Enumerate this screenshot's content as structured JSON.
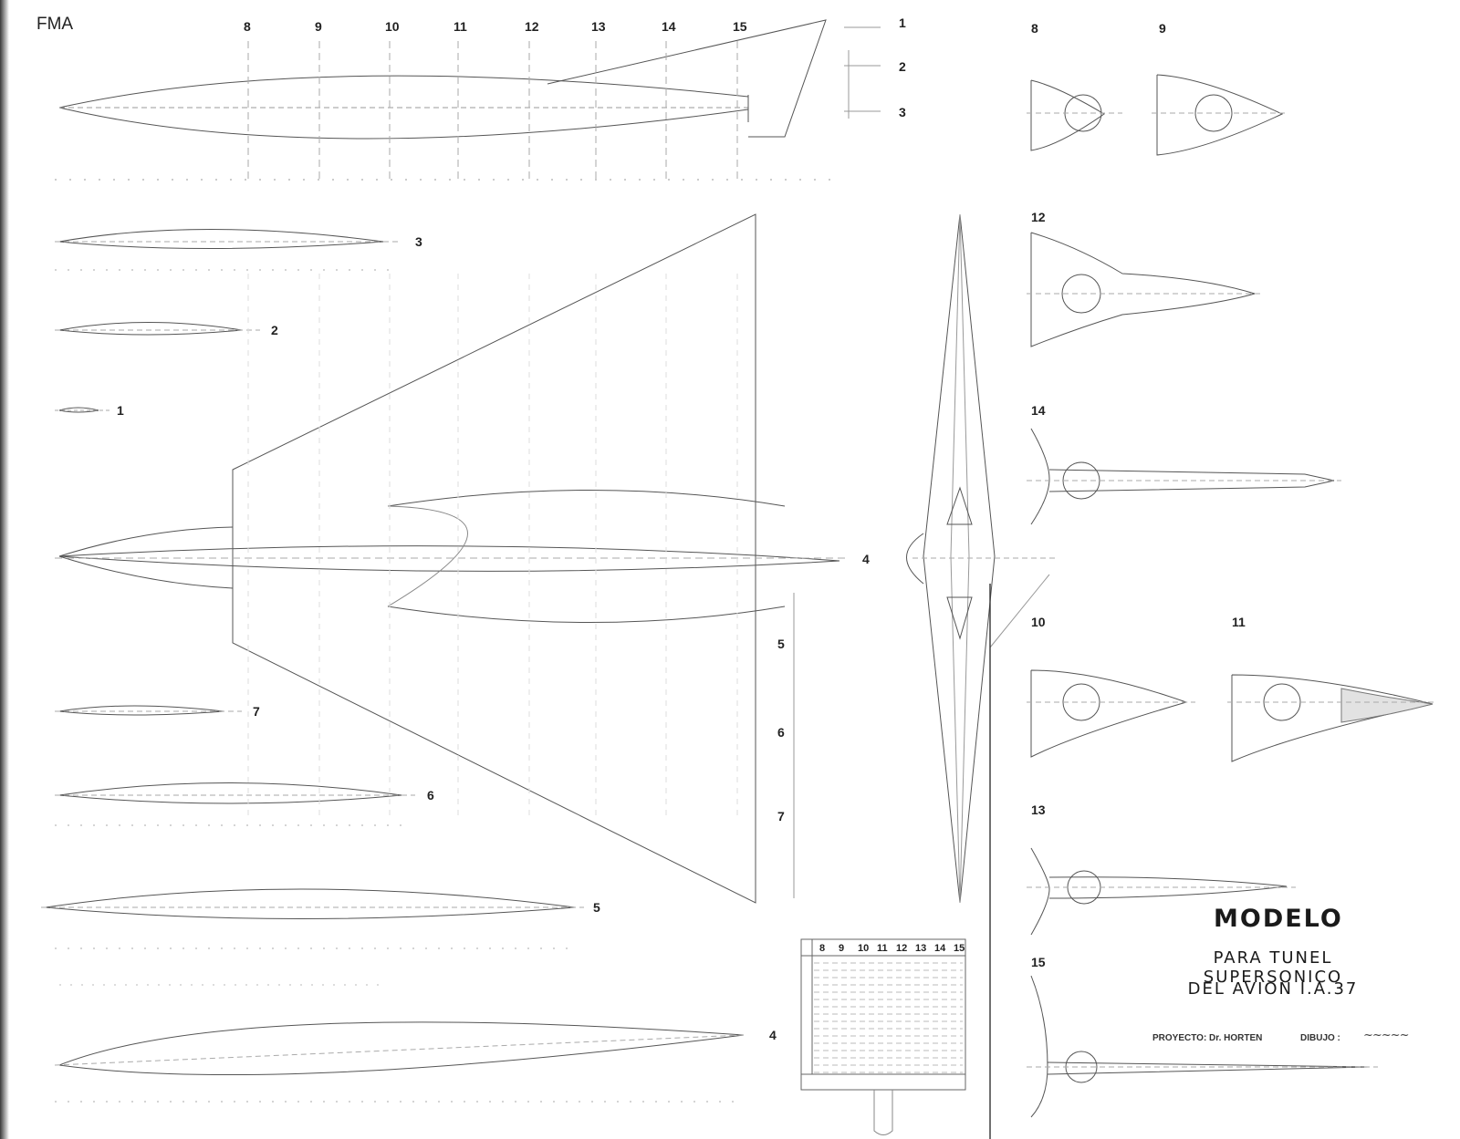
{
  "brand": "FMA",
  "title": {
    "line1": "MODELO",
    "line2": "PARA TUNEL SUPERSONICO",
    "line3": "DEL AVION I.A.37"
  },
  "credits": {
    "project_label": "PROYECTO: Dr. HORTEN",
    "drawing_label": "DIBUJO :"
  },
  "station_numbers": [
    "8",
    "9",
    "10",
    "11",
    "12",
    "13",
    "14",
    "15"
  ],
  "side_view_labels": [
    "1",
    "2",
    "3"
  ],
  "wing_section_labels": [
    "1",
    "2",
    "3",
    "4",
    "5",
    "6",
    "7"
  ],
  "table": {
    "columns": [
      "8",
      "9",
      "10",
      "11",
      "12",
      "13",
      "14",
      "15"
    ]
  },
  "section_views": [
    "8",
    "9",
    "12",
    "14",
    "10",
    "11",
    "13",
    "15"
  ]
}
